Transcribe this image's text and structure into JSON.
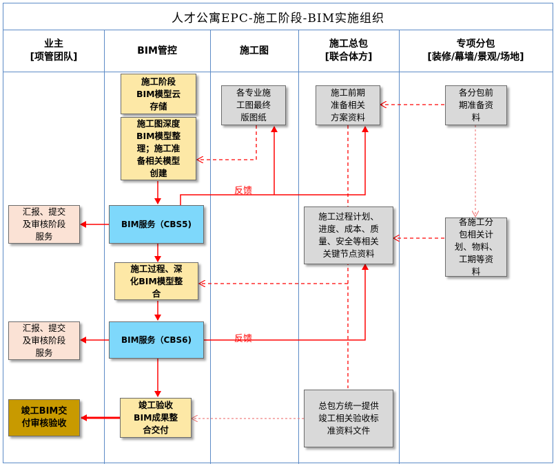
{
  "title": "人才公寓EPC-施工阶段-BIM实施组织",
  "columns": [
    {
      "line1": "业主",
      "line2": "[项管团队]"
    },
    {
      "line1": "BIM管控",
      "line2": ""
    },
    {
      "line1": "施工图",
      "line2": ""
    },
    {
      "line1": "施工总包",
      "line2": "[联合体方]"
    },
    {
      "line1": "专项分包",
      "line2": "[装修/幕墙/景观/场地]"
    }
  ],
  "nodes": {
    "cloud_storage": [
      "施工阶段",
      "BIM模型云",
      "存储"
    ],
    "deep_model": [
      "施工图深度",
      "BIM模型整",
      "理；施工准",
      "备相关模型",
      "创建"
    ],
    "bim_cbs5": [
      "BIM服务（CBS5)"
    ],
    "deepen_model": [
      "施工过程、深",
      "化BIM模型整",
      "合"
    ],
    "bim_cbs6": [
      "BIM服务（CBS6)"
    ],
    "acceptance_delivery": [
      "竣工验收",
      "BIM成果整",
      "合交付"
    ],
    "owner_report_1": [
      "汇报、提交",
      "及审核阶段",
      "服务"
    ],
    "owner_report_2": [
      "汇报、提交",
      "及审核阶段",
      "服务"
    ],
    "owner_final": [
      "竣工BIM交",
      "付审核验收"
    ],
    "final_drawings": [
      "各专业施",
      "工图最终",
      "版图纸"
    ],
    "gc_prep": [
      "施工前期",
      "准备相关",
      "方案资料"
    ],
    "gc_plan": [
      "施工过程计划、",
      "进度、成本、质",
      "量、安全等相关",
      "关键节点资料"
    ],
    "gc_final": [
      "总包方统一提供",
      "竣工相关验收标",
      "准资料文件"
    ],
    "sub_prep": [
      "各分包前",
      "期准备资",
      "料"
    ],
    "sub_plan": [
      "各施工分",
      "包相关计",
      "划、物料、",
      "工期等资",
      "料"
    ]
  },
  "labels": {
    "feedback_1": "反馈",
    "feedback_2": "反馈"
  },
  "colors": {
    "accent_red": "#ff0000",
    "grid_blue": "#5b8ac6",
    "yellow": "#fde8a6",
    "blue": "#7ed8fb",
    "grey": "#d9d9d9",
    "peach": "#fbe2d5",
    "gold": "#c89a00"
  }
}
